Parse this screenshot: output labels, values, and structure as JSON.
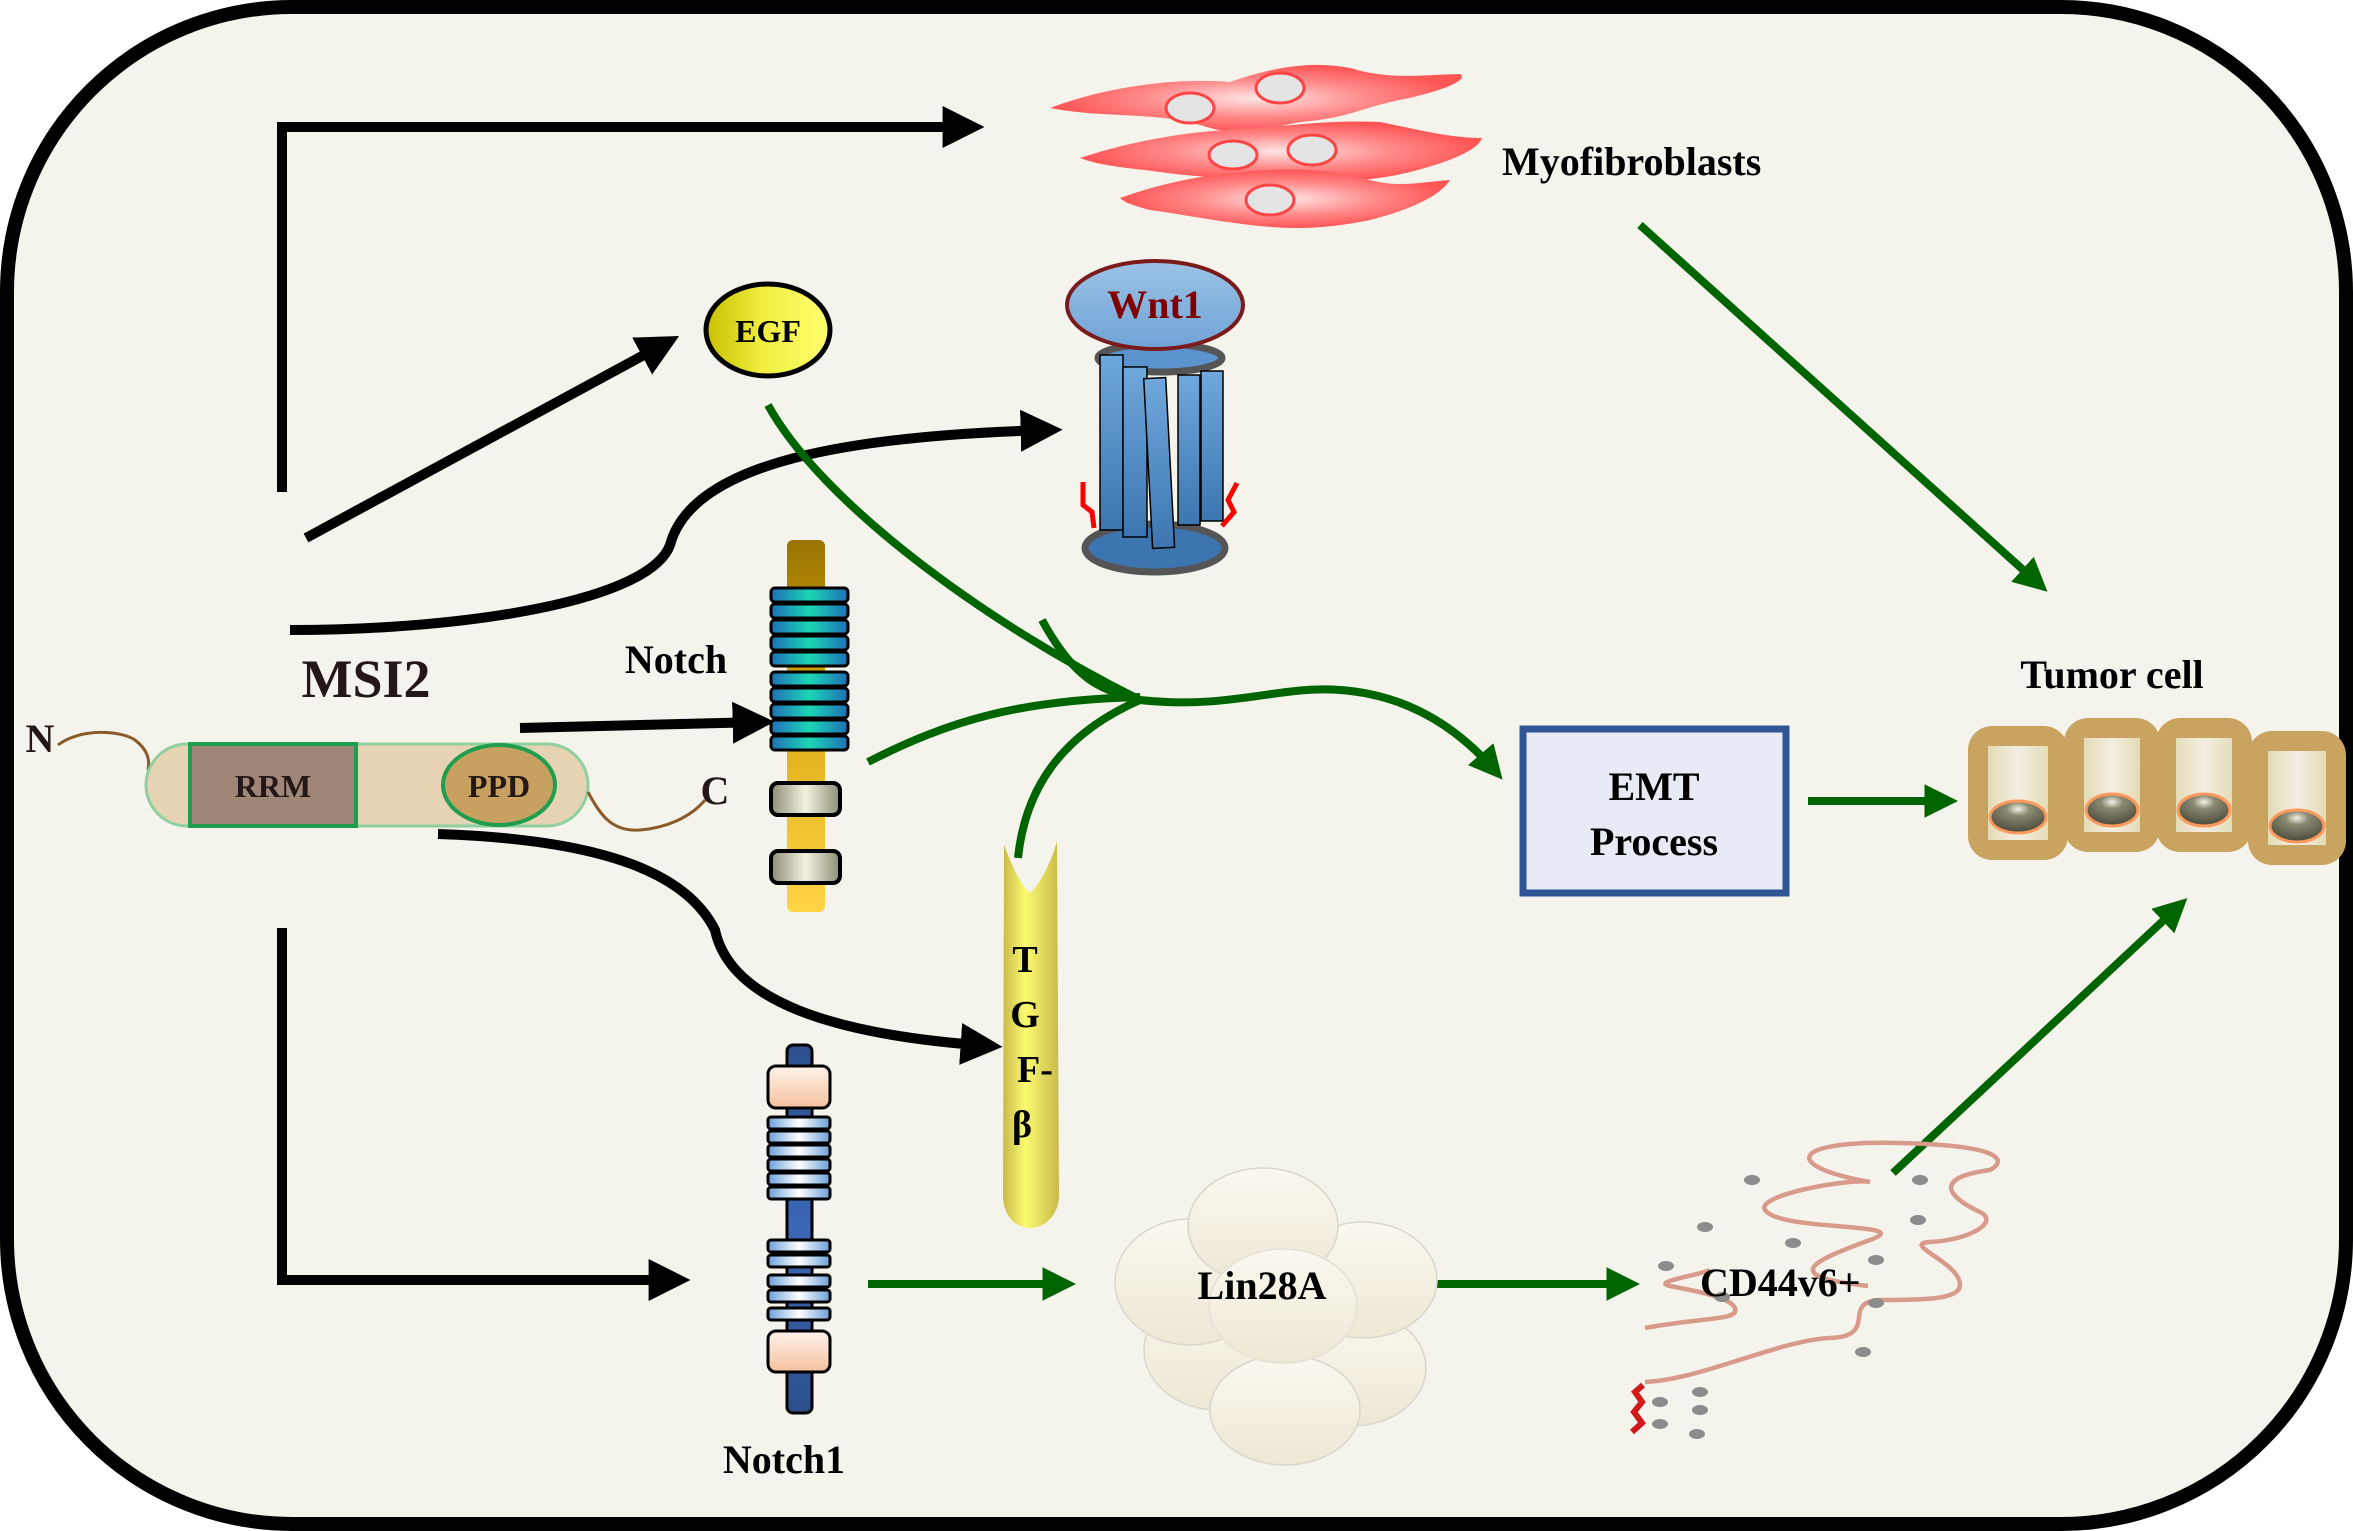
{
  "figure": {
    "title": "MSI2 signaling pathways in tumor progression",
    "colors": {
      "background": "#f5f4ec",
      "frame": "#000000",
      "black_arrow": "#000000",
      "green_arrow": "#006400",
      "emt_border": "#2f5597",
      "emt_fill": "#e8ebf5",
      "wnt_label": "#800000",
      "myofibroblast": "#ff5555",
      "tumor_cell": "#c8a460"
    }
  },
  "msi2": {
    "label": "MSI2",
    "n_terminus": "N",
    "c_terminus": "C",
    "domains": [
      {
        "label": "RRM"
      },
      {
        "label": "PPD"
      }
    ]
  },
  "nodes": {
    "myofibroblasts": "Myofibroblasts",
    "egf": "EGF",
    "wnt1": "Wnt1",
    "notch": "Notch",
    "tgf_beta_letters": [
      "T",
      "G",
      "F-",
      "β"
    ],
    "notch1": "Notch1",
    "lin28a": "Lin28A",
    "cd44v6": "CD44v6+",
    "emt_line1": "EMT",
    "emt_line2": "Process",
    "tumor_cell": "Tumor cell"
  },
  "edges": [
    {
      "from": "MSI2",
      "to": "Myofibroblasts",
      "type": "black"
    },
    {
      "from": "MSI2",
      "to": "EGF",
      "type": "black"
    },
    {
      "from": "MSI2",
      "to": "Wnt1",
      "type": "black"
    },
    {
      "from": "MSI2",
      "to": "Notch",
      "type": "black"
    },
    {
      "from": "MSI2",
      "to": "TGF-β",
      "type": "black"
    },
    {
      "from": "MSI2",
      "to": "Notch1",
      "type": "black"
    },
    {
      "from": "EGF",
      "to": "EMT Process",
      "type": "green"
    },
    {
      "from": "Notch",
      "to": "EMT Process",
      "type": "green"
    },
    {
      "from": "TGF-β",
      "to": "EMT Process",
      "type": "green"
    },
    {
      "from": "Myofibroblasts",
      "to": "Tumor cell",
      "type": "green"
    },
    {
      "from": "EMT Process",
      "to": "Tumor cell",
      "type": "green"
    },
    {
      "from": "Notch1",
      "to": "Lin28A",
      "type": "green"
    },
    {
      "from": "Lin28A",
      "to": "CD44v6+",
      "type": "green"
    },
    {
      "from": "CD44v6+",
      "to": "Tumor cell",
      "type": "green"
    }
  ]
}
